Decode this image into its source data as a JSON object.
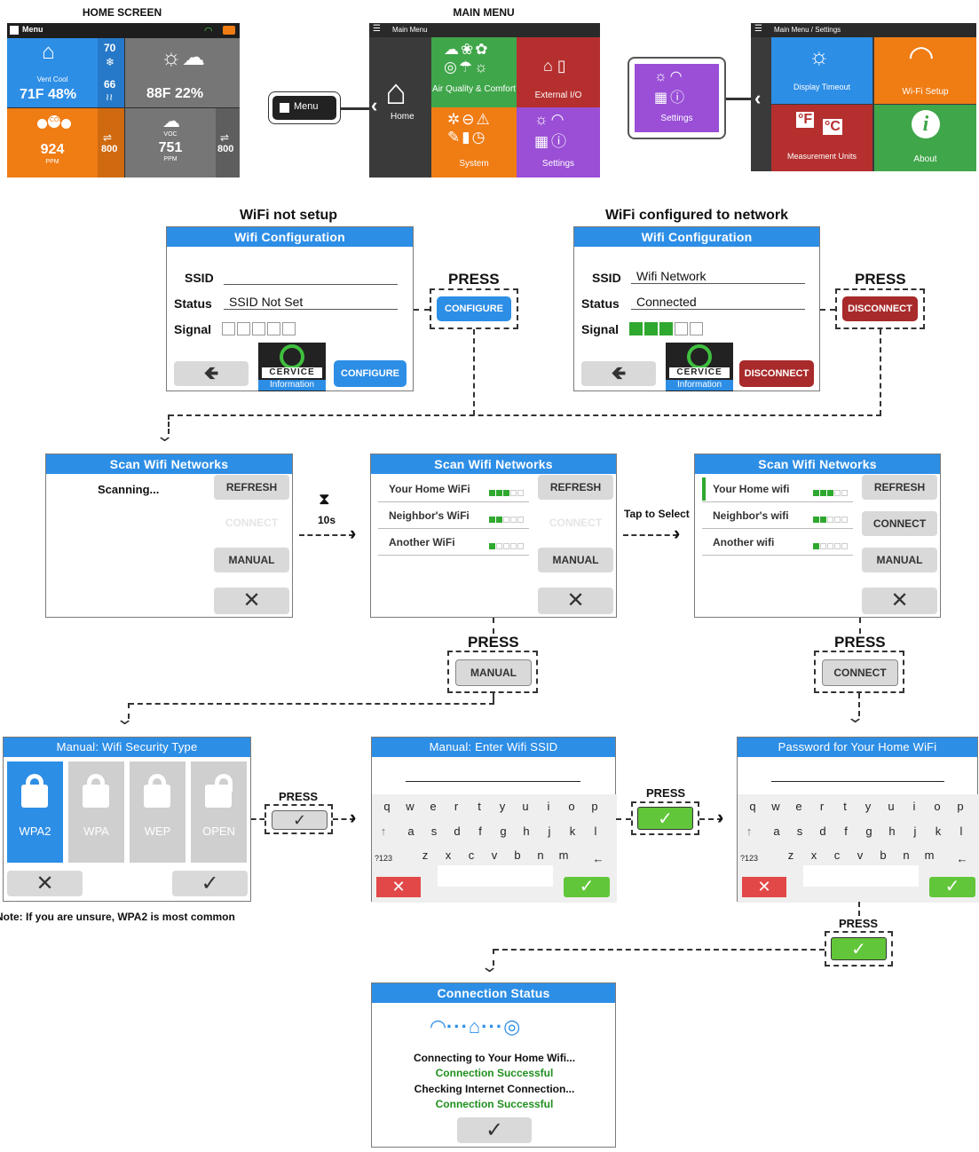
{
  "sections": {
    "home_screen": "HOME SCREEN",
    "main_menu": "MAIN MENU",
    "wifi_not_setup": "WiFi not setup",
    "wifi_configured": "WiFi configured to network"
  },
  "home": {
    "menu_label": "Menu",
    "vent_mode": "Vent Cool",
    "indoor": "71F  48%",
    "high_setpoint": "70",
    "low_setpoint": "66",
    "outdoor": "88F  22%",
    "co2_label": "CO2",
    "co2_value": "924",
    "co2_unit": "PPM",
    "co2_threshold": "800",
    "voc_label": "VOC",
    "voc_value": "751",
    "voc_unit": "PPM",
    "voc_threshold": "800"
  },
  "menu_callout": "Menu",
  "main_menu": {
    "header": "Main Menu",
    "home_label": "Home",
    "tiles": [
      "Air Quality & Comfort",
      "External I/O",
      "System",
      "Settings"
    ]
  },
  "settings_callout": "Settings",
  "settings_menu": {
    "header": "Main Menu  /  Settings",
    "tiles": [
      "Display Timeout",
      "Wi-Fi Setup",
      "Measurement Units",
      "About"
    ],
    "unit_f": "°F",
    "unit_c": "°C"
  },
  "wifi_config_left": {
    "title": "Wifi Configuration",
    "ssid_label": "SSID",
    "ssid_value": "",
    "status_label": "Status",
    "status_value": "SSID Not Set",
    "signal_label": "Signal",
    "signal_bars": 0,
    "logo_text": "CERVICE",
    "logo_sub": "Information",
    "button": "CONFIGURE"
  },
  "wifi_config_right": {
    "title": "Wifi Configuration",
    "ssid_label": "SSID",
    "ssid_value": "Wifi Network",
    "status_label": "Status",
    "status_value": "Connected",
    "signal_label": "Signal",
    "signal_bars": 3,
    "logo_text": "CERVICE",
    "logo_sub": "Information",
    "button": "DISCONNECT"
  },
  "press_label": "PRESS",
  "press_configure": "CONFIGURE",
  "press_disconnect": "DISCONNECT",
  "press_manual": "MANUAL",
  "press_connect": "CONNECT",
  "scan1": {
    "title": "Scan Wifi Networks",
    "status": "Scanning...",
    "refresh": "REFRESH",
    "connect": "CONNECT",
    "manual": "MANUAL"
  },
  "wait_label": "10s",
  "tap_label": "Tap to Select",
  "scan2": {
    "title": "Scan Wifi Networks",
    "networks": [
      {
        "name": "Your Home WiFi",
        "bars": 3
      },
      {
        "name": "Neighbor's WiFi",
        "bars": 2
      },
      {
        "name": "Another WiFi",
        "bars": 1
      }
    ],
    "refresh": "REFRESH",
    "connect": "CONNECT",
    "manual": "MANUAL"
  },
  "scan3": {
    "title": "Scan Wifi Networks",
    "networks": [
      {
        "name": "Your Home wifi",
        "bars": 3
      },
      {
        "name": "Neighbor's wifi",
        "bars": 2
      },
      {
        "name": "Another wifi",
        "bars": 1
      }
    ],
    "refresh": "REFRESH",
    "connect": "CONNECT",
    "manual": "MANUAL"
  },
  "security": {
    "title": "Manual: Wifi Security Type",
    "options": [
      "WPA2",
      "WPA",
      "WEP",
      "OPEN"
    ],
    "selected": "WPA2"
  },
  "note": "Note: If you are unsure, WPA2 is most common",
  "enter_ssid": {
    "title": "Manual: Enter Wifi SSID"
  },
  "password": {
    "title": "Password for Your Home WiFi"
  },
  "keyboard": {
    "row1": [
      "q",
      "w",
      "e",
      "r",
      "t",
      "y",
      "u",
      "i",
      "o",
      "p"
    ],
    "row2": [
      "a",
      "s",
      "d",
      "f",
      "g",
      "h",
      "j",
      "k",
      "l"
    ],
    "row3": [
      "z",
      "x",
      "c",
      "v",
      "b",
      "n",
      "m"
    ],
    "shift": "↑",
    "numeric": "?123",
    "backspace": "←"
  },
  "status": {
    "title": "Connection Status",
    "line1": "Connecting to Your Home Wifi...",
    "line2": "Connection Successful",
    "line3": "Checking Internet Connection...",
    "line4": "Connection Successful"
  },
  "colors": {
    "blue": "#2d8ee6",
    "green": "#62c63a",
    "orange": "#f07c14",
    "red": "#a82a2a",
    "purple": "#9a4fd6",
    "dark": "#3a3a3a"
  }
}
